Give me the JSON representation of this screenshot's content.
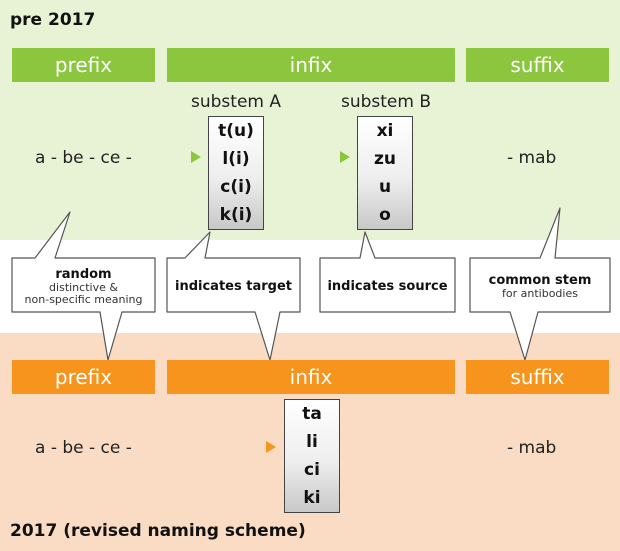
{
  "pre": {
    "title": "pre 2017",
    "headers": {
      "prefix": "prefix",
      "infix": "infix",
      "suffix": "suffix"
    },
    "substem_a_label": "substem A",
    "substem_b_label": "substem B",
    "prefix_text": "a - be - ce -",
    "substem_a": [
      "t(u)",
      "l(i)",
      "c(i)",
      "k(i)"
    ],
    "substem_b": [
      "xi",
      "zu",
      "u",
      "o"
    ],
    "suffix_text": "- mab"
  },
  "callouts": {
    "random": {
      "title": "random",
      "sub1": "distinctive &",
      "sub2": "non-specific meaning"
    },
    "target": {
      "title": "indicates target"
    },
    "source": {
      "title": "indicates source"
    },
    "stem": {
      "title": "common stem",
      "sub1": "for antibodies"
    }
  },
  "post": {
    "title": "2017 (revised naming scheme)",
    "headers": {
      "prefix": "prefix",
      "infix": "infix",
      "suffix": "suffix"
    },
    "prefix_text": "a - be - ce -",
    "infix_list": [
      "ta",
      "li",
      "ci",
      "ki"
    ],
    "suffix_text": "- mab"
  },
  "colors": {
    "green": "#8cc63f",
    "orange": "#f7941d",
    "green_band": "#e8f3d6",
    "orange_band": "#f9dcc3"
  }
}
